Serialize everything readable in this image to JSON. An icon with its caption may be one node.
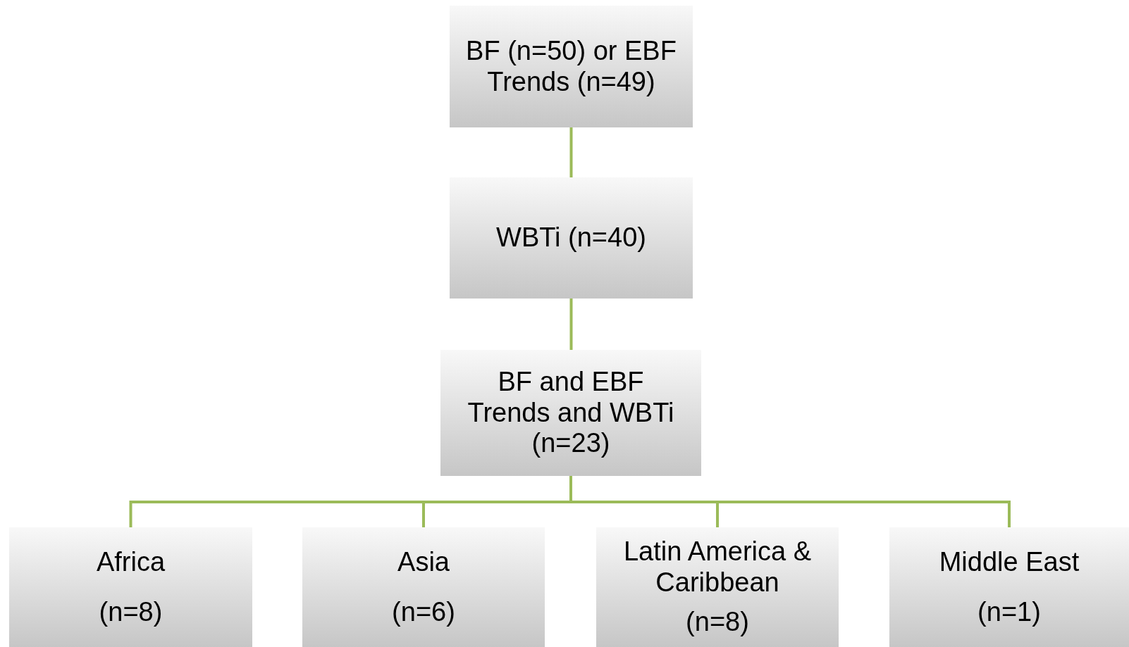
{
  "diagram": {
    "nodes": [
      {
        "text": [
          "BF (n=50) or EBF Trends (n=49)"
        ]
      },
      {
        "text": [
          "WBTi (n=40)"
        ]
      },
      {
        "text": [
          "BF and EBF Trends and WBTi (n=23)"
        ]
      },
      {
        "text": [
          "Africa",
          "(n=8)"
        ]
      },
      {
        "text": [
          "Asia",
          "(n=6)"
        ]
      },
      {
        "text": [
          "Latin America & Caribbean",
          "(n=8)"
        ]
      },
      {
        "text": [
          "Middle East",
          "(n=1)"
        ]
      }
    ],
    "edges": [
      {
        "from": 0,
        "to": 1,
        "arrow": "none"
      },
      {
        "from": 1,
        "to": 2,
        "arrow": "none"
      },
      {
        "from": 2,
        "to": 3,
        "arrow": "none"
      },
      {
        "from": 2,
        "to": 4,
        "arrow": "none"
      },
      {
        "from": 2,
        "to": 5,
        "arrow": "none"
      },
      {
        "from": 2,
        "to": 6,
        "arrow": "none"
      }
    ]
  }
}
